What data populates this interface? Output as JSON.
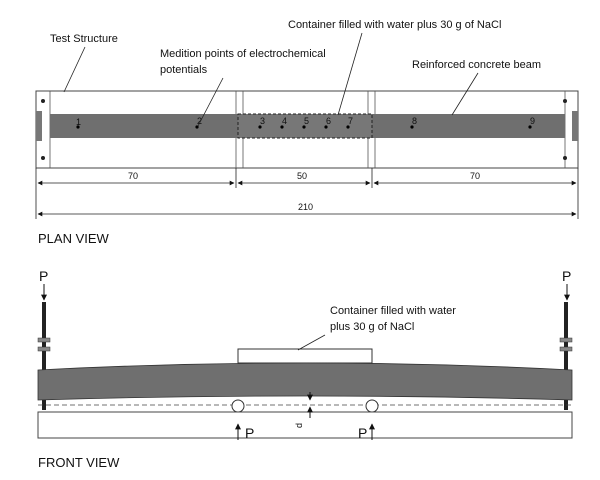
{
  "plan": {
    "title": "PLAN VIEW",
    "labels": {
      "structure": "Test Structure",
      "points": [
        "Medition points of electrochemical",
        "potentials"
      ],
      "container": "Container filled with water plus 30 g of NaCl",
      "beam": "Reinforced concrete beam"
    },
    "points": [
      "1",
      "2",
      "3",
      "4",
      "5",
      "6",
      "7",
      "8",
      "9"
    ],
    "dims": {
      "left": "70",
      "middle": "50",
      "right": "70",
      "total": "210"
    }
  },
  "front": {
    "title": "FRONT VIEW",
    "container": [
      "Container filled with water",
      "plus 30 g of NaCl"
    ],
    "force": "P",
    "d": "d"
  },
  "colors": {
    "beam": "#6f6f6f",
    "line": "#333333",
    "paper": "#ffffff"
  }
}
